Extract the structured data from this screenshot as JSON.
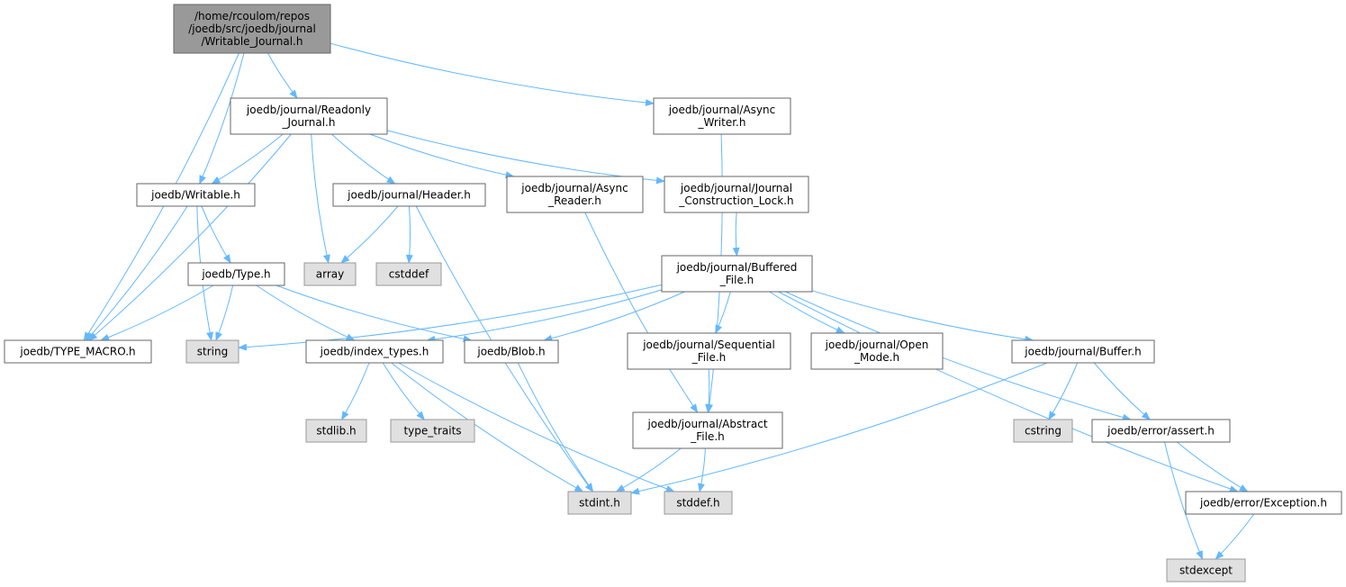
{
  "colors": {
    "edge": "#63b8ff",
    "root_fill": "#999999",
    "local_fill": "#ffffff",
    "system_fill": "#e0e0e0",
    "border": "#666666"
  },
  "nodes": [
    {
      "id": "writable_journal",
      "kind": "root",
      "lines": [
        "/home/rcoulom/repos",
        "/joedb/src/joedb/journal",
        "/Writable_Journal.h"
      ]
    },
    {
      "id": "readonly_journal",
      "kind": "local",
      "lines": [
        "joedb/journal/Readonly",
        "_Journal.h"
      ]
    },
    {
      "id": "async_writer",
      "kind": "local",
      "lines": [
        "joedb/journal/Async",
        "_Writer.h"
      ]
    },
    {
      "id": "writable",
      "kind": "local",
      "lines": [
        "joedb/Writable.h"
      ]
    },
    {
      "id": "header",
      "kind": "local",
      "lines": [
        "joedb/journal/Header.h"
      ]
    },
    {
      "id": "async_reader",
      "kind": "local",
      "lines": [
        "joedb/journal/Async",
        "_Reader.h"
      ]
    },
    {
      "id": "journal_lock",
      "kind": "local",
      "lines": [
        "joedb/journal/Journal",
        "_Construction_Lock.h"
      ]
    },
    {
      "id": "type",
      "kind": "local",
      "lines": [
        "joedb/Type.h"
      ]
    },
    {
      "id": "array",
      "kind": "system",
      "lines": [
        "array"
      ]
    },
    {
      "id": "cstddef",
      "kind": "system",
      "lines": [
        "cstddef"
      ]
    },
    {
      "id": "buffered_file",
      "kind": "local",
      "lines": [
        "joedb/journal/Buffered",
        "_File.h"
      ]
    },
    {
      "id": "type_macro",
      "kind": "local",
      "lines": [
        "joedb/TYPE_MACRO.h"
      ]
    },
    {
      "id": "string",
      "kind": "system",
      "lines": [
        "string"
      ]
    },
    {
      "id": "index_types",
      "kind": "local",
      "lines": [
        "joedb/index_types.h"
      ]
    },
    {
      "id": "blob",
      "kind": "local",
      "lines": [
        "joedb/Blob.h"
      ]
    },
    {
      "id": "sequential_file",
      "kind": "local",
      "lines": [
        "joedb/journal/Sequential",
        "_File.h"
      ]
    },
    {
      "id": "open_mode",
      "kind": "local",
      "lines": [
        "joedb/journal/Open",
        "_Mode.h"
      ]
    },
    {
      "id": "buffer",
      "kind": "local",
      "lines": [
        "joedb/journal/Buffer.h"
      ]
    },
    {
      "id": "stdlib",
      "kind": "system",
      "lines": [
        "stdlib.h"
      ]
    },
    {
      "id": "type_traits",
      "kind": "system",
      "lines": [
        "type_traits"
      ]
    },
    {
      "id": "abstract_file",
      "kind": "local",
      "lines": [
        "joedb/journal/Abstract",
        "_File.h"
      ]
    },
    {
      "id": "cstring",
      "kind": "system",
      "lines": [
        "cstring"
      ]
    },
    {
      "id": "assert",
      "kind": "local",
      "lines": [
        "joedb/error/assert.h"
      ]
    },
    {
      "id": "stdint",
      "kind": "system",
      "lines": [
        "stdint.h"
      ]
    },
    {
      "id": "stddef",
      "kind": "system",
      "lines": [
        "stddef.h"
      ]
    },
    {
      "id": "exception",
      "kind": "local",
      "lines": [
        "joedb/error/Exception.h"
      ]
    },
    {
      "id": "stdexcept",
      "kind": "system",
      "lines": [
        "stdexcept"
      ]
    }
  ],
  "edges": [
    [
      "writable_journal",
      "readonly_journal"
    ],
    [
      "writable_journal",
      "async_writer"
    ],
    [
      "writable_journal",
      "writable"
    ],
    [
      "writable_journal",
      "type_macro"
    ],
    [
      "readonly_journal",
      "writable"
    ],
    [
      "readonly_journal",
      "type_macro"
    ],
    [
      "readonly_journal",
      "array"
    ],
    [
      "readonly_journal",
      "header"
    ],
    [
      "readonly_journal",
      "async_reader"
    ],
    [
      "readonly_journal",
      "journal_lock"
    ],
    [
      "async_writer",
      "abstract_file"
    ],
    [
      "writable",
      "type"
    ],
    [
      "writable",
      "type_macro"
    ],
    [
      "writable",
      "string"
    ],
    [
      "header",
      "array"
    ],
    [
      "header",
      "cstddef"
    ],
    [
      "header",
      "stdint"
    ],
    [
      "async_reader",
      "abstract_file"
    ],
    [
      "journal_lock",
      "buffered_file"
    ],
    [
      "type",
      "type_macro"
    ],
    [
      "type",
      "string"
    ],
    [
      "type",
      "index_types"
    ],
    [
      "type",
      "blob"
    ],
    [
      "buffered_file",
      "string"
    ],
    [
      "buffered_file",
      "index_types"
    ],
    [
      "buffered_file",
      "blob"
    ],
    [
      "buffered_file",
      "sequential_file"
    ],
    [
      "buffered_file",
      "open_mode"
    ],
    [
      "buffered_file",
      "buffer"
    ],
    [
      "buffered_file",
      "assert"
    ],
    [
      "buffered_file",
      "exception"
    ],
    [
      "index_types",
      "stdlib"
    ],
    [
      "index_types",
      "type_traits"
    ],
    [
      "index_types",
      "stdint"
    ],
    [
      "index_types",
      "stddef"
    ],
    [
      "blob",
      "stdint"
    ],
    [
      "sequential_file",
      "abstract_file"
    ],
    [
      "abstract_file",
      "stdint"
    ],
    [
      "abstract_file",
      "stddef"
    ],
    [
      "buffer",
      "cstring"
    ],
    [
      "buffer",
      "assert"
    ],
    [
      "buffer",
      "stdint"
    ],
    [
      "assert",
      "exception"
    ],
    [
      "assert",
      "stdexcept"
    ],
    [
      "exception",
      "stdexcept"
    ]
  ]
}
